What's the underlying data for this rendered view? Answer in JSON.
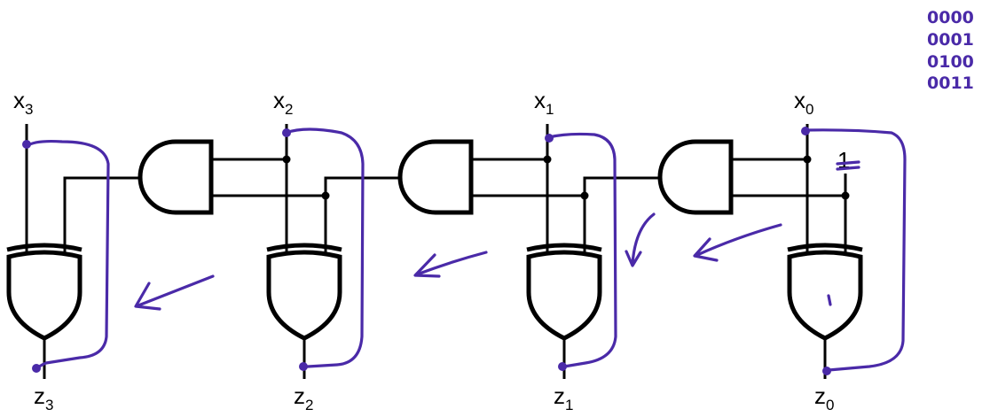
{
  "colors": {
    "wire": "#000000",
    "annotation_ink": "#4a2aa8",
    "background": "#ffffff"
  },
  "inputs": [
    {
      "name": "x",
      "sub": "3"
    },
    {
      "name": "x",
      "sub": "2"
    },
    {
      "name": "x",
      "sub": "1"
    },
    {
      "name": "x",
      "sub": "0"
    }
  ],
  "outputs": [
    {
      "name": "z",
      "sub": "3"
    },
    {
      "name": "z",
      "sub": "2"
    },
    {
      "name": "z",
      "sub": "1"
    },
    {
      "name": "z",
      "sub": "0"
    }
  ],
  "constant_input": "1",
  "gates": {
    "and_count": 3,
    "xor_count": 4
  },
  "handwritten_notes": [
    "0000",
    "0001",
    "0100",
    "0011"
  ]
}
